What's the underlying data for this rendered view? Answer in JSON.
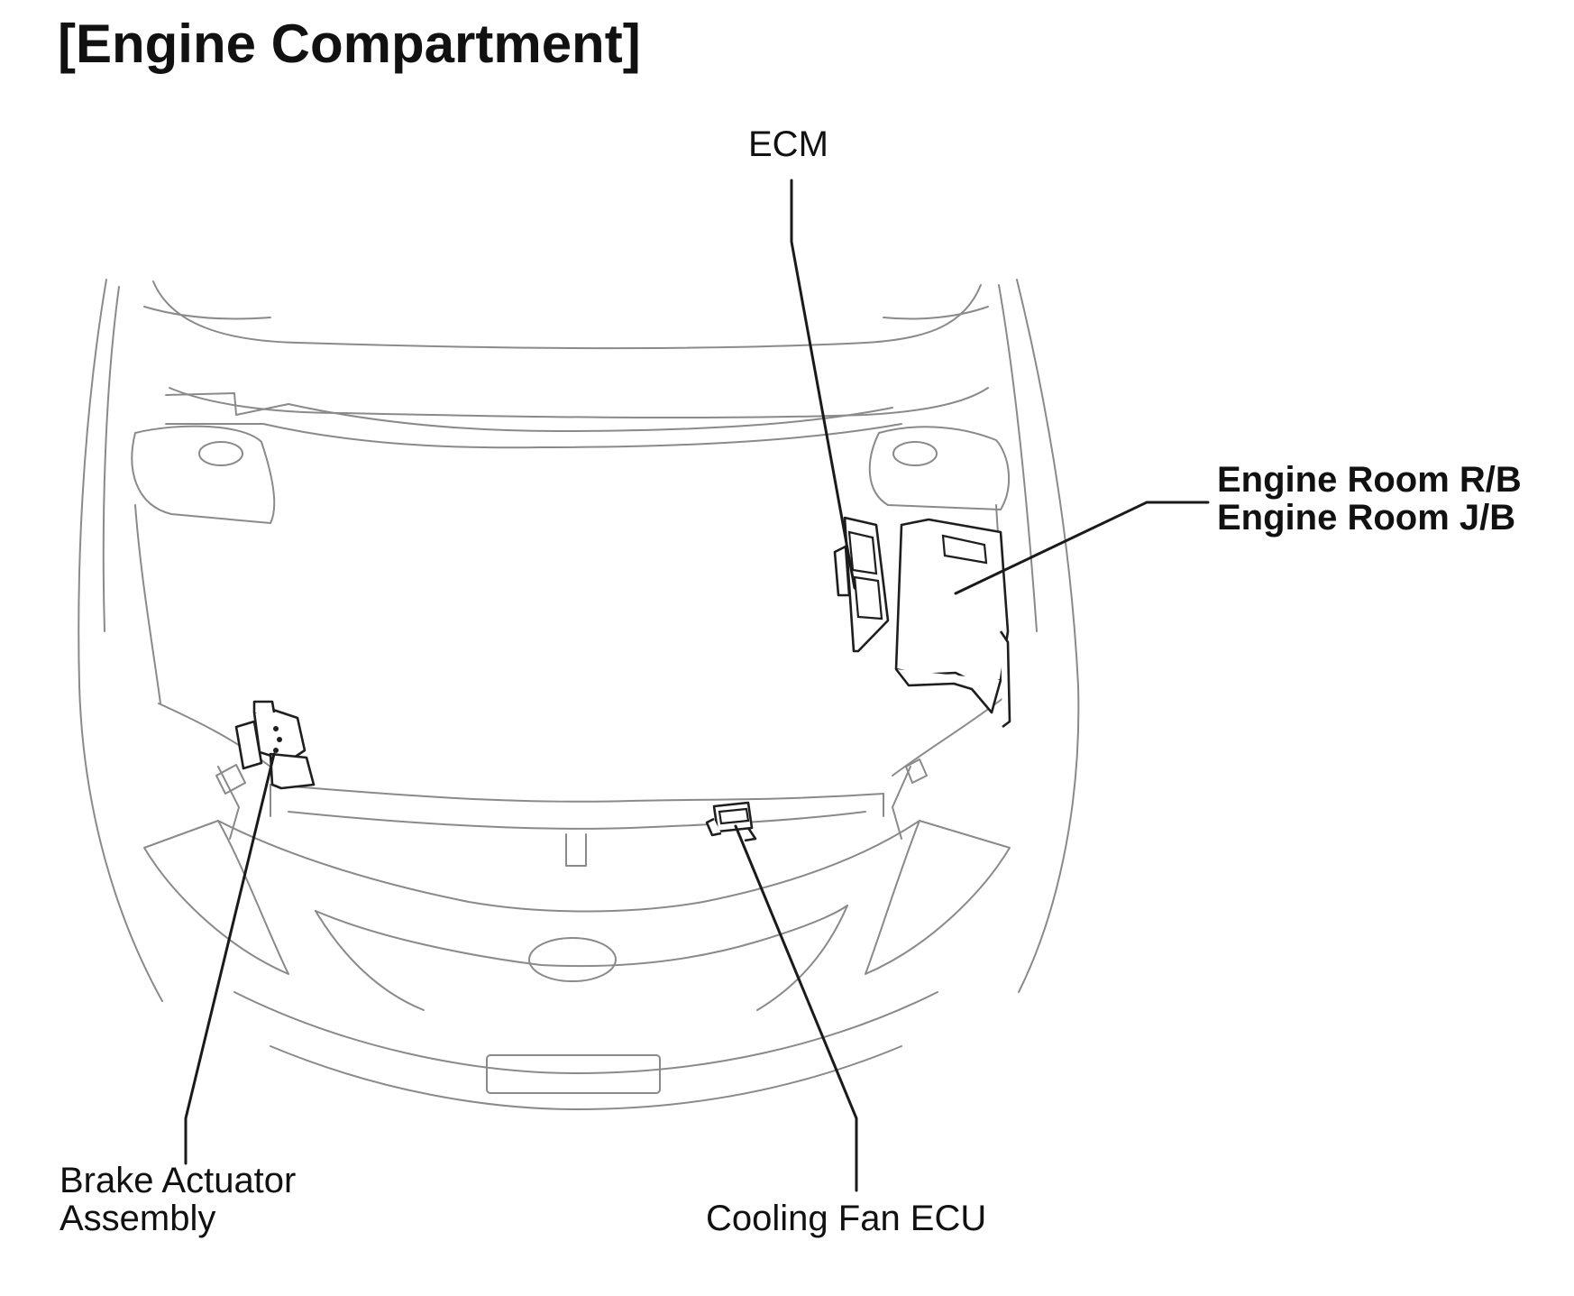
{
  "title": "[Engine Compartment]",
  "labels": {
    "ecm": "ECM",
    "engine_room_rb": "Engine Room R/B",
    "engine_room_jb": "Engine Room J/B",
    "brake_actuator_line1": "Brake Actuator",
    "brake_actuator_line2": "Assembly",
    "cooling_fan_ecu": "Cooling Fan ECU"
  },
  "colors": {
    "car_outline": "#8a8a8a",
    "component_outline": "#1e1e1e",
    "leader_lines": "#1a1a1a",
    "background": "#ffffff"
  }
}
